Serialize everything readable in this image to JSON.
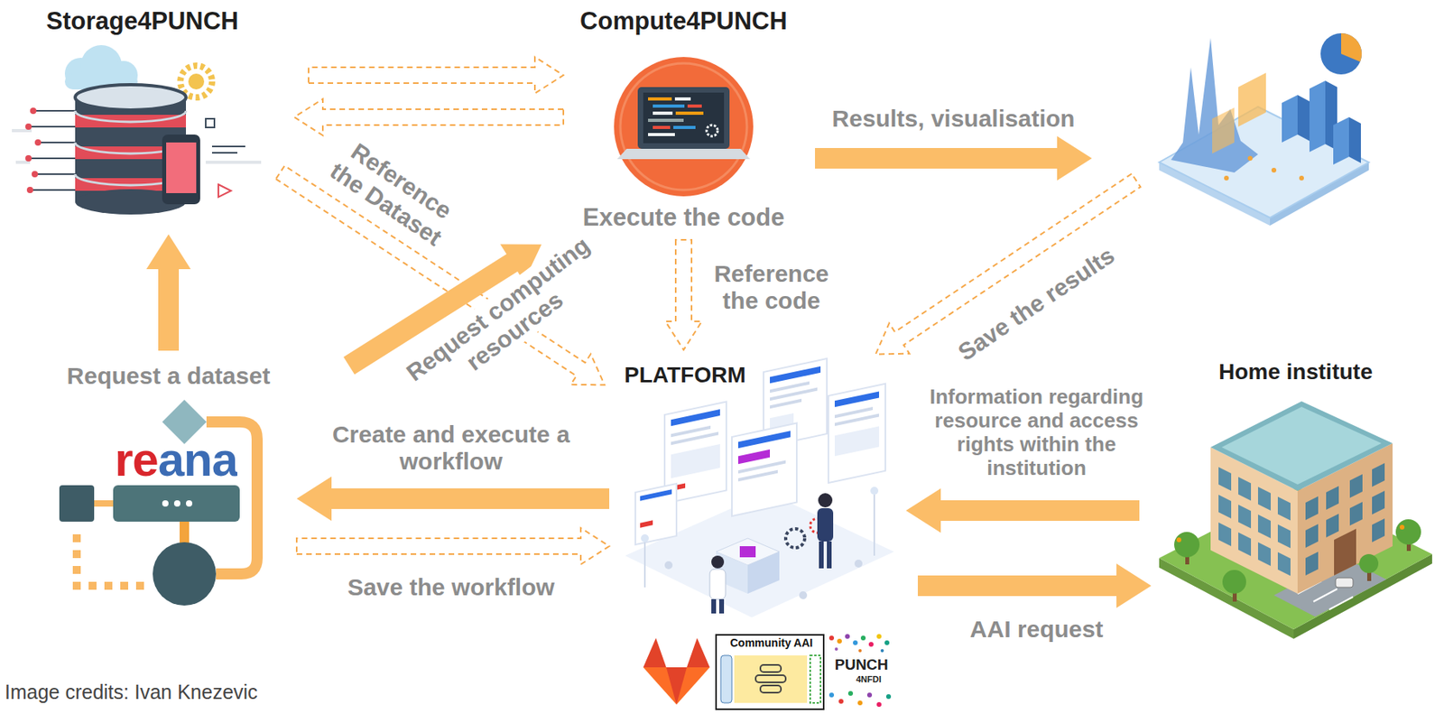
{
  "diagram": {
    "nodes": [
      {
        "text": [
          "Storage4PUNCH"
        ]
      },
      {
        "text": [
          "Compute4PUNCH",
          "Execute the code"
        ]
      },
      {
        "text": []
      },
      {
        "text": [
          "reana"
        ]
      },
      {
        "text": [
          "PLATFORM"
        ]
      },
      {
        "text": [
          "Home institute"
        ]
      }
    ],
    "edges": [
      {
        "from": 0,
        "to": 1,
        "arrow": "to"
      },
      {
        "from": 1,
        "to": 0,
        "arrow": "to"
      },
      {
        "from": 0,
        "to": 4,
        "label": "Reference the Dataset",
        "arrow": "to"
      },
      {
        "from": 3,
        "to": 1,
        "label": "Request computing resources",
        "arrow": "to"
      },
      {
        "from": 1,
        "to": 4,
        "label": "Reference the code",
        "arrow": "to"
      },
      {
        "from": 1,
        "to": 2,
        "label": "Results, visualisation",
        "arrow": "to"
      },
      {
        "from": 2,
        "to": 4,
        "label": "Save the results",
        "arrow": "to"
      },
      {
        "from": 3,
        "to": 0,
        "label": "Request a dataset",
        "arrow": "to"
      },
      {
        "from": 4,
        "to": 3,
        "label": "Create and execute a workflow",
        "arrow": "to"
      },
      {
        "from": 3,
        "to": 4,
        "label": "Save the workflow",
        "arrow": "to"
      },
      {
        "from": 5,
        "to": 4,
        "label": "Information regarding resource and access rights within the institution",
        "arrow": "to"
      },
      {
        "from": 4,
        "to": 5,
        "label": "AAI request",
        "arrow": "to"
      }
    ],
    "labels": [
      "Community AAI",
      "PUNCH",
      "4NFDI",
      "Image credits: Ivan Knezevic"
    ]
  }
}
